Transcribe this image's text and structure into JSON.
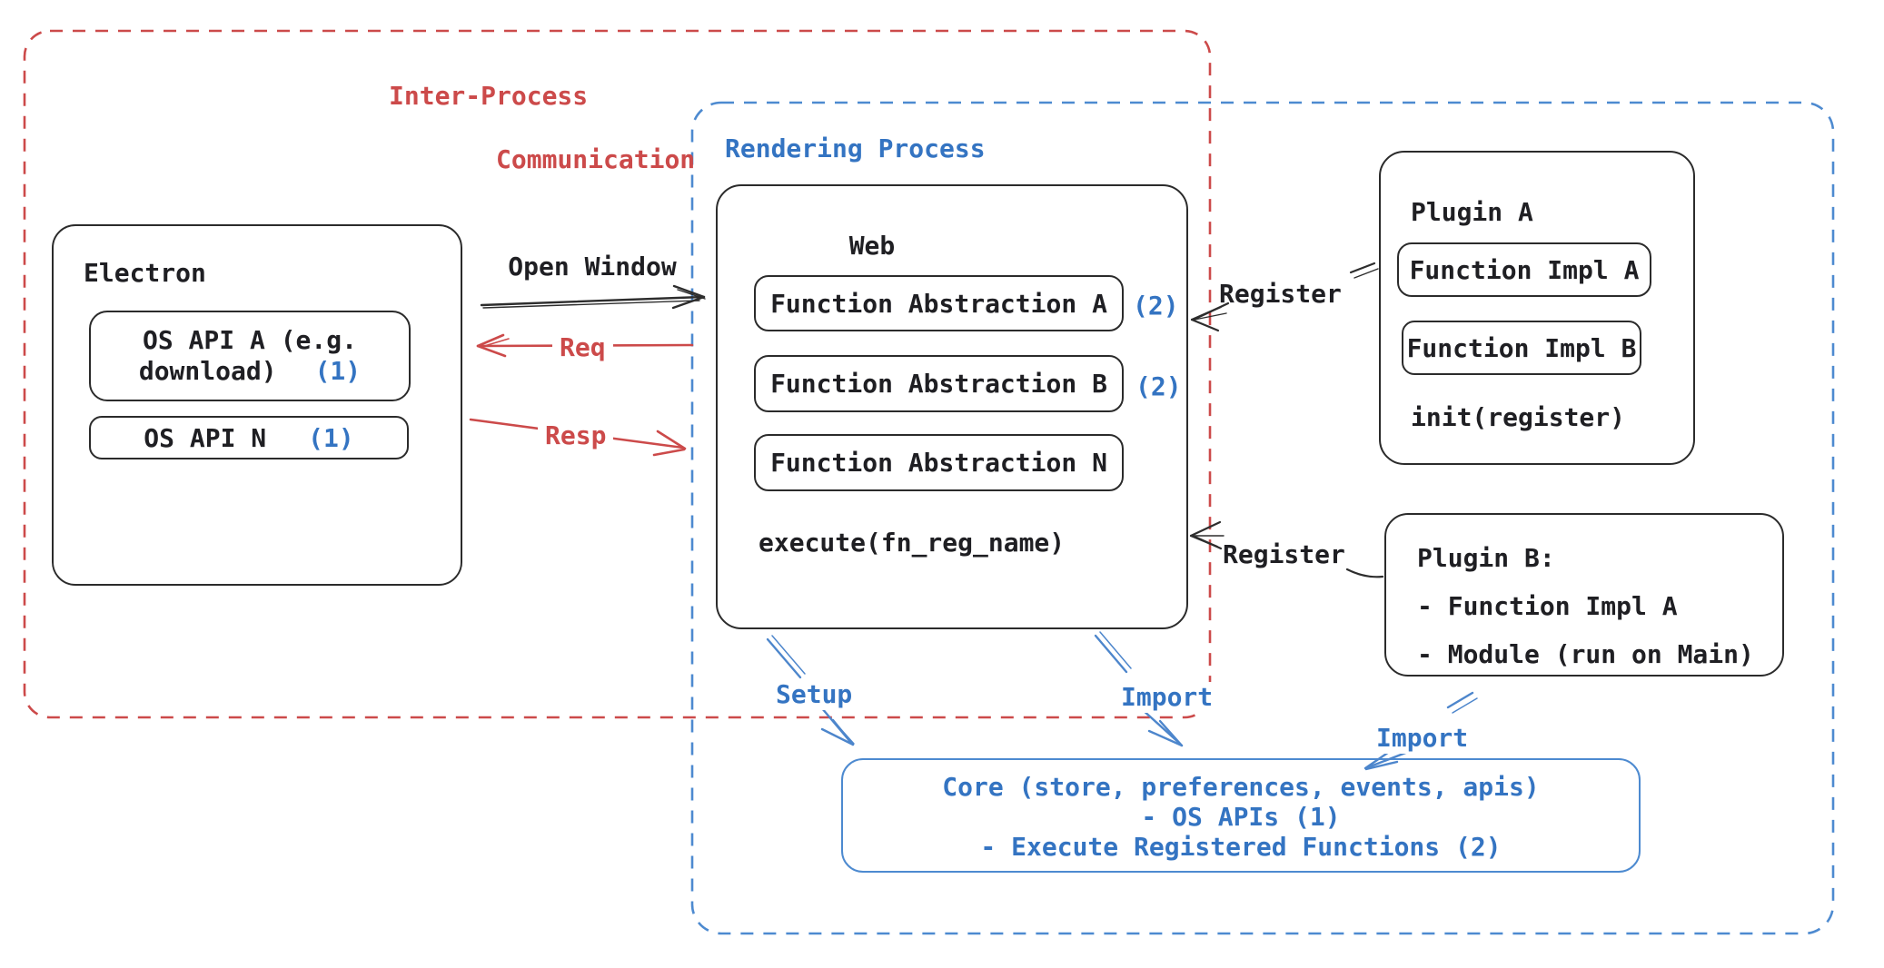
{
  "colors": {
    "red": "#cc4a4a",
    "blue": "#3474c2",
    "blue_border": "#4d8ad0",
    "ink": "#1f1f23"
  },
  "ipc": {
    "line1": "Inter-Process",
    "line2": "Communication"
  },
  "rendering": {
    "label": "Rendering Process"
  },
  "electron": {
    "title": "Electron",
    "os_api_a": {
      "line1": "OS API A (e.g.",
      "line2": "download)",
      "badge": "(1)"
    },
    "os_api_n": {
      "label": "OS API N",
      "badge": "(1)"
    }
  },
  "web": {
    "title": "Web",
    "abstractions": {
      "a": {
        "label": "Function Abstraction A",
        "badge": "(2)"
      },
      "b": {
        "label": "Function Abstraction B",
        "badge": "(2)"
      },
      "n": {
        "label": "Function Abstraction N"
      }
    },
    "execute": "execute(fn_reg_name)"
  },
  "plugin_a": {
    "title": "Plugin A",
    "impl_a": "Function Impl A",
    "impl_b": "Function Impl B",
    "init": "init(register)"
  },
  "plugin_b": {
    "line1": "Plugin B:",
    "line2": "- Function Impl A",
    "line3": "- Module (run on Main)"
  },
  "core": {
    "line1": "Core (store, preferences, events, apis)",
    "line2": "- OS APIs (1)",
    "line3": "- Execute Registered Functions (2)"
  },
  "arrows": {
    "open_window": "Open Window",
    "req": "Req",
    "resp": "Resp",
    "register_top": "Register",
    "register_bottom": "Register",
    "setup": "Setup",
    "import_web": "Import",
    "import_plugin": "Import"
  }
}
